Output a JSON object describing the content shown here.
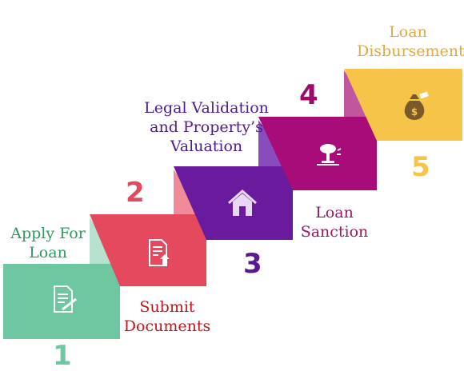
{
  "steps": [
    {
      "number": "1",
      "label_lines": [
        "Apply For",
        "Loan"
      ],
      "color": "#6fc7a1",
      "label_color": "#2e9a5d",
      "number_color": "#6fc7a1",
      "icon": "document-pen-icon"
    },
    {
      "number": "2",
      "label_lines": [
        "Submit",
        "Documents"
      ],
      "color": "#e4495d",
      "label_color": "#c0151b",
      "number_color": "#e4495d",
      "icon": "document-upload-icon"
    },
    {
      "number": "3",
      "label_lines": [
        "Legal Validation",
        "and Property’s",
        "Valuation"
      ],
      "color": "#6a1a9c",
      "label_color": "#4f1c8f",
      "number_color": "#5a1a8f",
      "icon": "house-icon"
    },
    {
      "number": "4",
      "label_lines": [
        "Loan",
        "Sanction"
      ],
      "color": "#a80c78",
      "label_color": "#9c1464",
      "number_color": "#9c0a6e",
      "icon": "sanction-icon"
    },
    {
      "number": "5",
      "label_lines": [
        "Loan",
        "Disbursement"
      ],
      "color": "#f7c44a",
      "label_color": "#e2a93a",
      "number_color": "#f7c44a",
      "icon": "money-bag-icon"
    }
  ]
}
